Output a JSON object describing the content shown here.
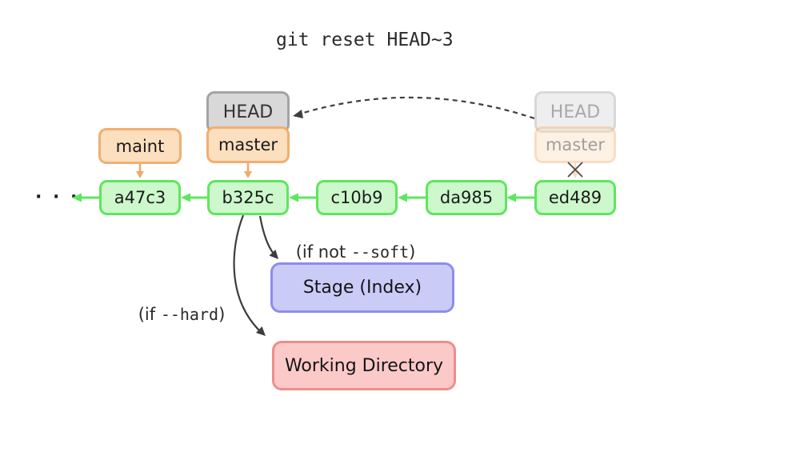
{
  "title": "git reset HEAD~3",
  "ellipsis": "· · ·",
  "refs": {
    "head": {
      "label": "HEAD"
    },
    "master": {
      "label": "master"
    },
    "maint": {
      "label": "maint"
    },
    "old_head": {
      "label": "HEAD"
    },
    "old_master": {
      "label": "master"
    }
  },
  "commits": [
    {
      "id": "a47c3"
    },
    {
      "id": "b325c"
    },
    {
      "id": "c10b9"
    },
    {
      "id": "da985"
    },
    {
      "id": "ed489"
    }
  ],
  "annotations": {
    "soft": {
      "prefix": "(if not ",
      "code": "--soft",
      "suffix": ")"
    },
    "hard": {
      "prefix": "(if ",
      "code": "--hard",
      "suffix": ")"
    }
  },
  "areas": {
    "stage_label": "Stage (Index)",
    "working_label": "Working Directory"
  },
  "colors": {
    "commit_border": "#5ee65e",
    "commit_fill": "#ccf8cc",
    "branch_border": "#f2ae71",
    "branch_fill": "#fbdfbe",
    "head_border": "#a3a3a3",
    "head_fill": "#d8d8d8",
    "stage_border": "#8d8dea",
    "stage_fill": "#cbcbf8",
    "working_border": "#f18c8c",
    "working_fill": "#fcc9c9",
    "green_arrow": "#5ee65e",
    "orange_arrow": "#f2a96a",
    "dark_arrow": "#3d3d3d"
  }
}
